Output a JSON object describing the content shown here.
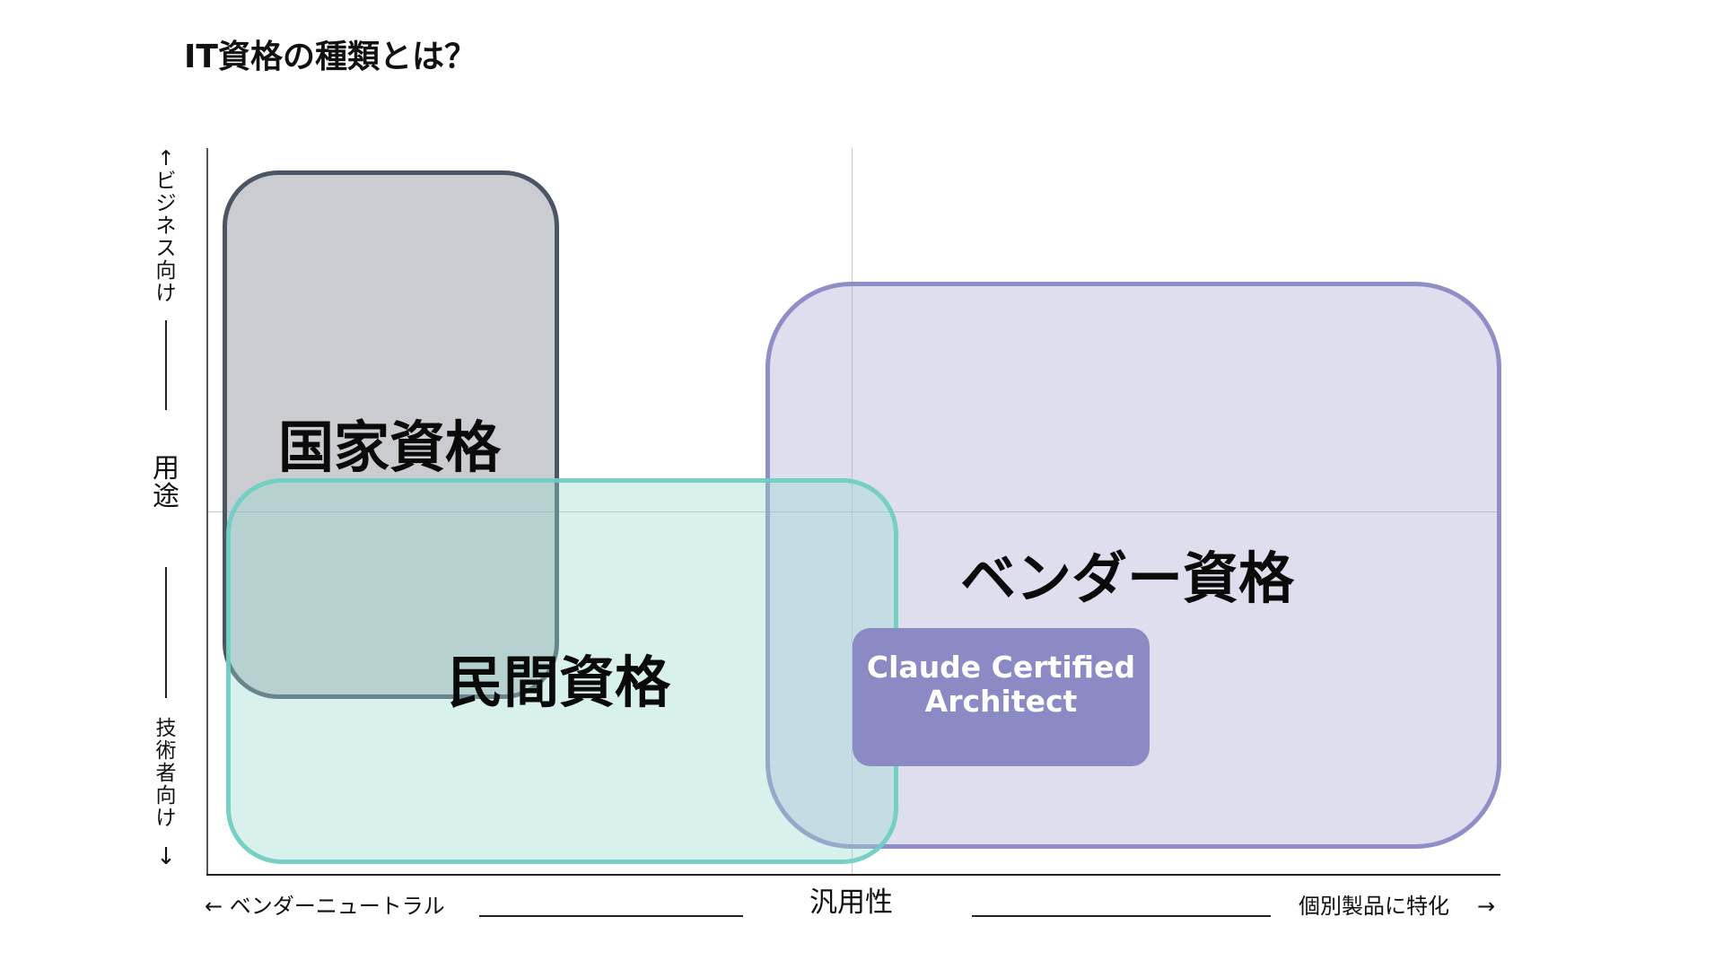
{
  "title": "IT資格の種類とは？",
  "y_axis": {
    "top_label": "↑ビジネス向け",
    "top_label_chars": [
      "↑",
      "ビ",
      "ジ",
      "ネ",
      "ス",
      "向",
      "け"
    ],
    "center_label": "用途",
    "center_label_chars": [
      "用",
      "途"
    ],
    "bottom_label": "技術者向け↓",
    "bottom_label_chars": [
      "技",
      "術",
      "者",
      "向",
      "け"
    ],
    "bottom_arrow": "↓"
  },
  "x_axis": {
    "left_label": "← ベンダーニュートラル",
    "center_label": "汎用性",
    "right_label": "個別製品に特化",
    "right_arrow": "→"
  },
  "regions": [
    {
      "id": "national",
      "label": "国家資格",
      "stroke": "#4b5563",
      "fill": "#c9cace"
    },
    {
      "id": "private",
      "label": "民間資格",
      "stroke": "#7dd3c8",
      "fill": "#d6efec"
    },
    {
      "id": "vendor",
      "label": "ベンダー資格",
      "stroke": "#8b8ac4",
      "fill": "#dedded"
    }
  ],
  "highlight": {
    "line1": "Claude Certified",
    "line2": "Architect",
    "color": "#8b8ac4",
    "text_color": "#ffffff"
  }
}
